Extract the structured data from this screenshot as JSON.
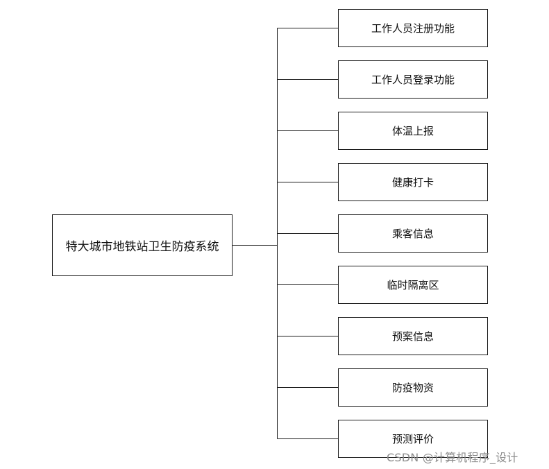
{
  "root": {
    "label": "特大城市地铁站卫生防疫系统"
  },
  "children": [
    {
      "label": "工作人员注册功能"
    },
    {
      "label": "工作人员登录功能"
    },
    {
      "label": "体温上报"
    },
    {
      "label": "健康打卡"
    },
    {
      "label": "乘客信息"
    },
    {
      "label": "临时隔离区"
    },
    {
      "label": "预案信息"
    },
    {
      "label": "防疫物资"
    },
    {
      "label": "预测评价"
    }
  ],
  "watermark": {
    "text": "CSDN @计算机程序_设计"
  },
  "colors": {
    "line": "#1a1a1a",
    "box_border": "#1a1a1a",
    "watermark": "#8c8c8c"
  }
}
